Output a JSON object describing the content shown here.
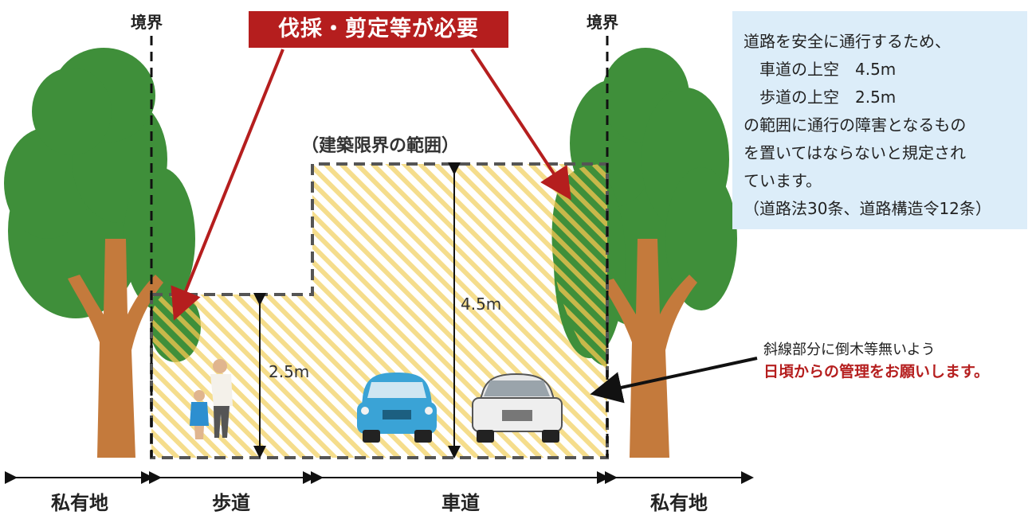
{
  "title_banner": "伐採・剪定等が必要",
  "boundary_left": "境界",
  "boundary_right": "境界",
  "scope_title": "（建築限界の範囲）",
  "info_box": {
    "lines": [
      "道路を安全に通行するため、",
      "　車道の上空　4.5m",
      "　歩道の上空　2.5m",
      "の範囲に通行の障害となるもの",
      "を置いてはならないと規定され",
      "ています。",
      "（道路法30条、道路構造令12条）"
    ]
  },
  "measurements": {
    "roadway_height": "4.5m",
    "sidewalk_height": "2.5m"
  },
  "note": {
    "line1": "斜線部分に倒木等無いよう",
    "line2": "日頃からの管理をお願いします。"
  },
  "ground_labels": {
    "private_left": "私有地",
    "sidewalk": "歩道",
    "roadway": "車道",
    "private_right": "私有地"
  },
  "colors": {
    "banner": "#b51e1e",
    "info_box_bg": "#dcedf9",
    "hatch": "#f5dd8c",
    "tree_green": "#3f8f3a",
    "trunk": "#c47a3c",
    "arrow_red": "#b51e1e",
    "car_blue": "#3aa3d6"
  },
  "icons": [
    "tree",
    "blue-car",
    "white-car",
    "pedestrians",
    "arrow"
  ]
}
